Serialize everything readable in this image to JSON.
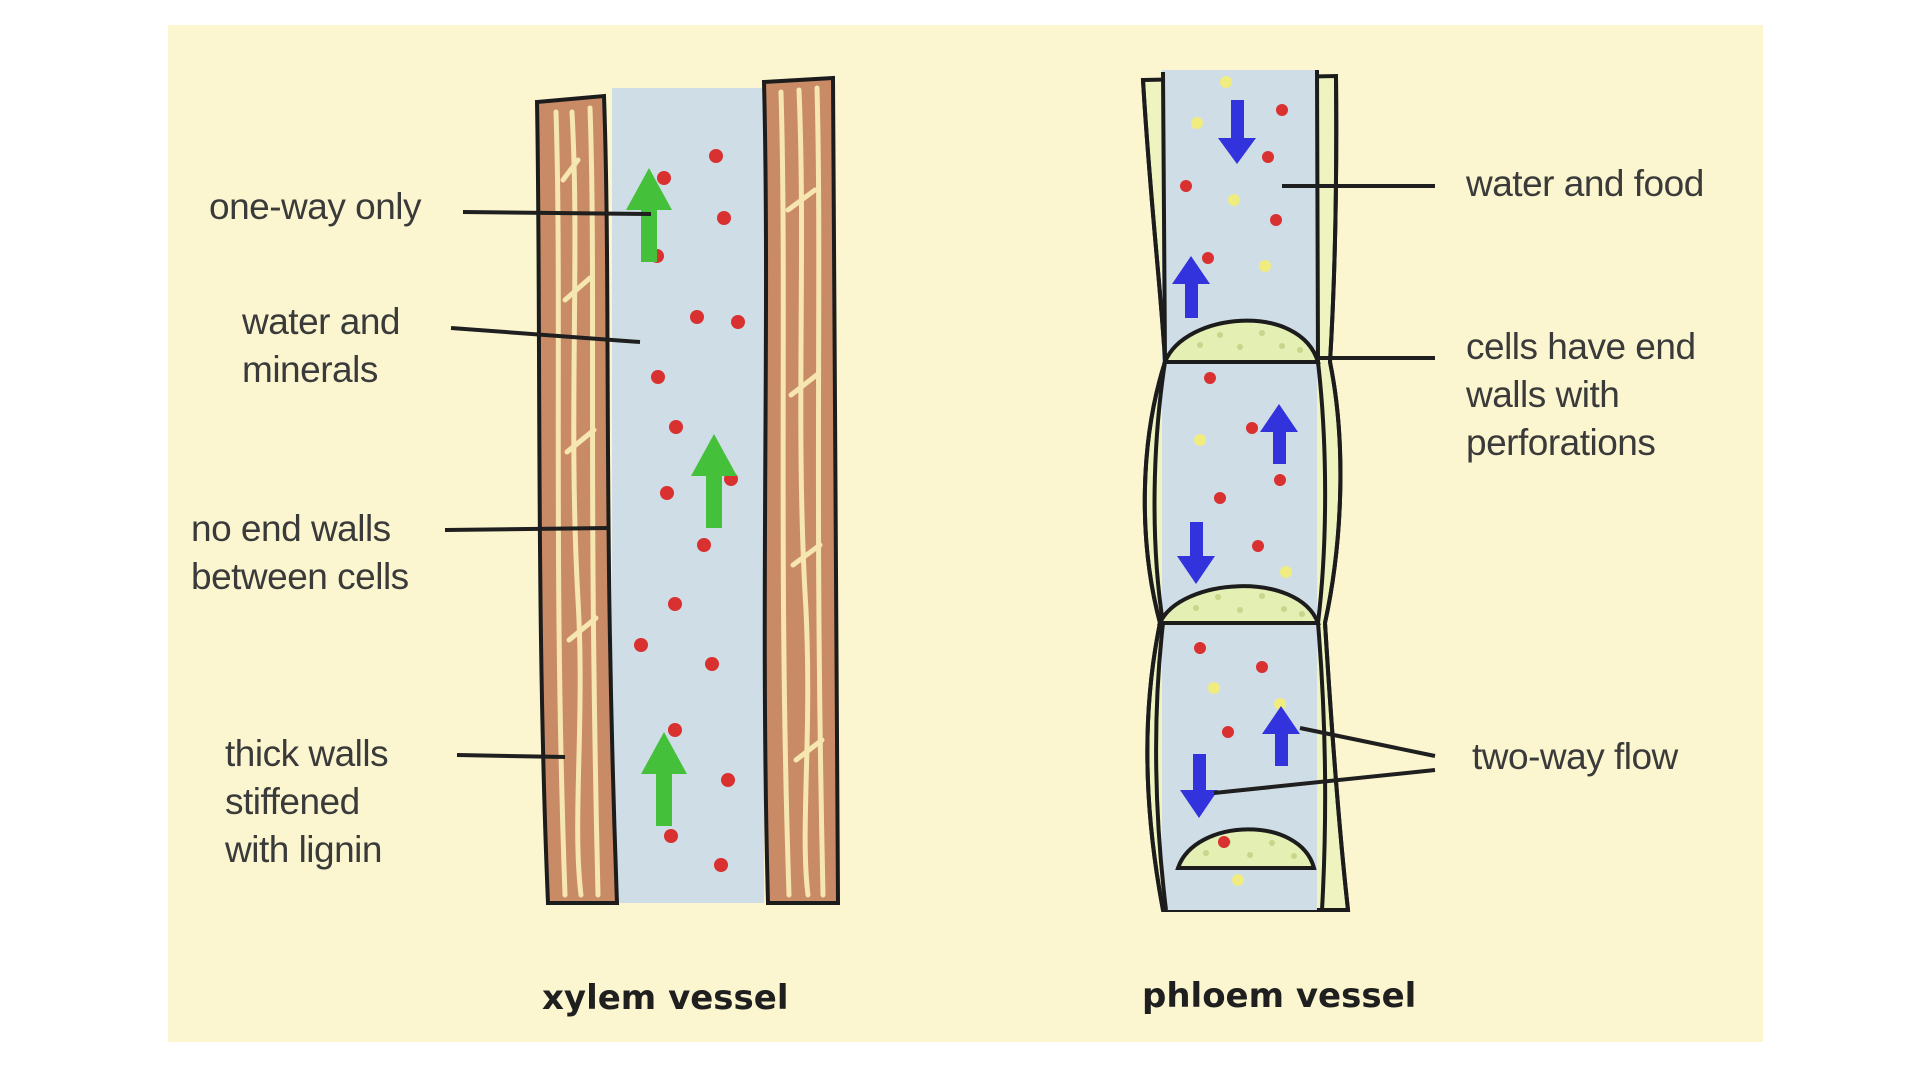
{
  "xylem": {
    "caption": "xylem vessel",
    "labels": {
      "one_way": "one-way only",
      "water_minerals": "water and\nminerals",
      "no_end_walls": "no end walls\nbetween cells",
      "thick_walls": "thick walls\nstiffened\nwith lignin"
    }
  },
  "phloem": {
    "caption": "phloem vessel",
    "labels": {
      "water_food": "water and food",
      "end_walls": "cells have end\nwalls with\nperforations",
      "two_way": "two-way flow"
    }
  },
  "colors": {
    "background": "#fbf6cf",
    "wall_brown": "#c98a66",
    "wall_grain": "#f6e6b0",
    "lumen": "#cfdde6",
    "particle_red": "#d93030",
    "particle_yellow": "#f0ec80",
    "arrow_green": "#44c03a",
    "arrow_blue": "#3333dd",
    "sieve_plate": "#e3efb3"
  }
}
